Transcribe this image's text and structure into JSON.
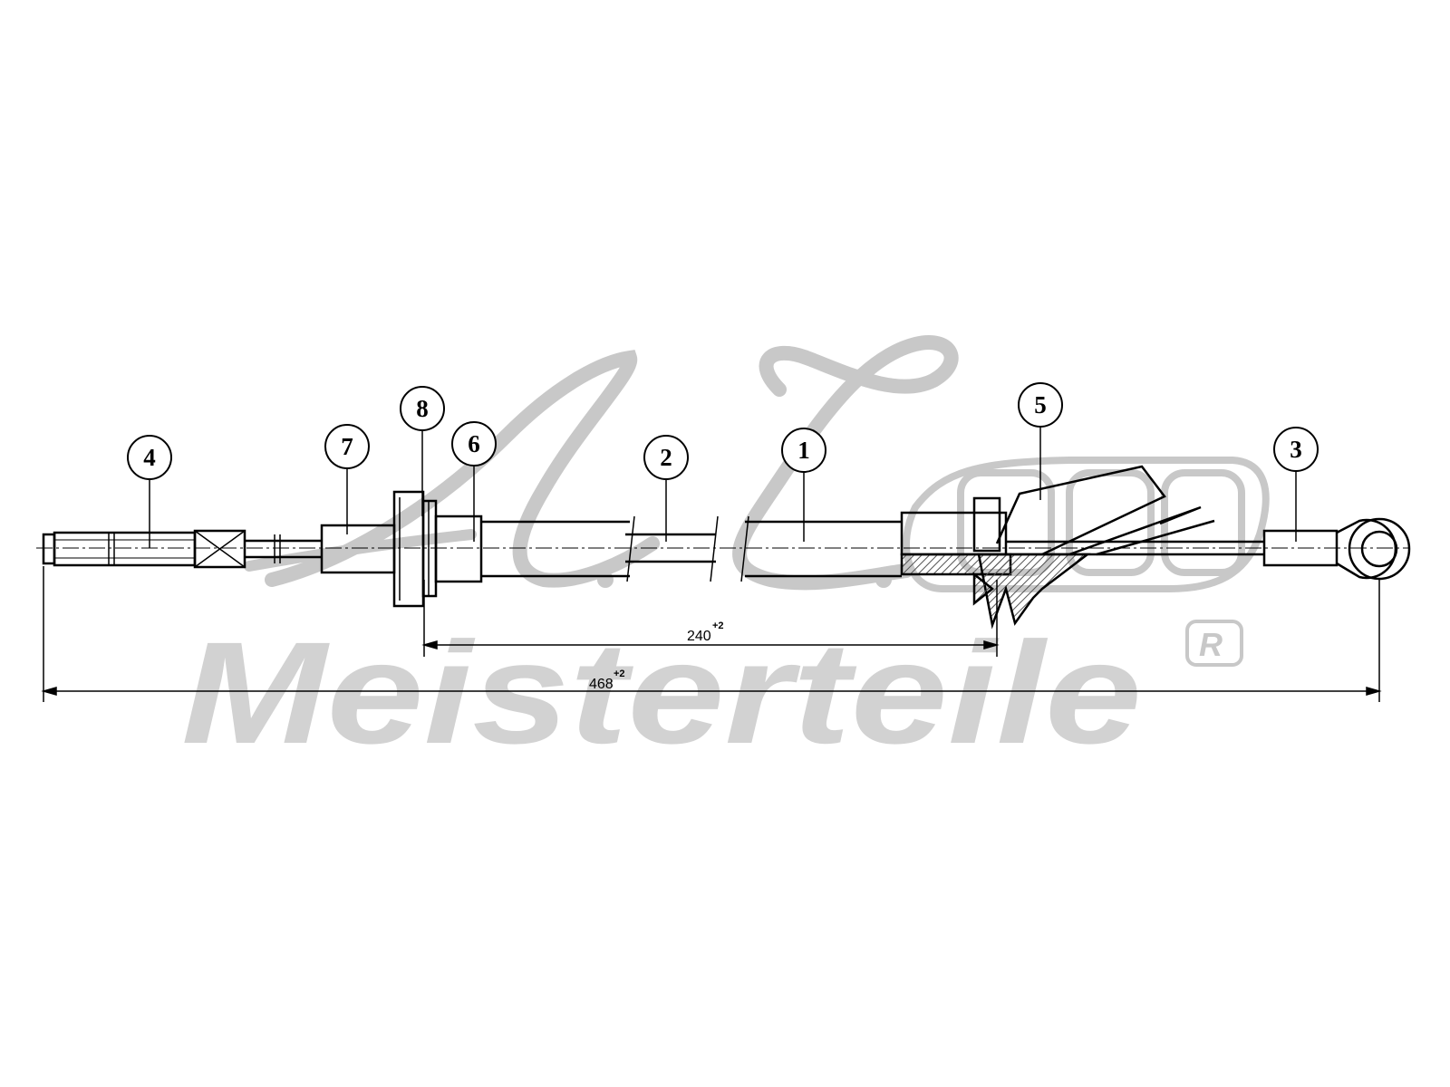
{
  "watermark": {
    "monogram": "A.L.",
    "brand": "Meisterteile",
    "registered_mark": "R"
  },
  "callouts": {
    "c1": "1",
    "c2": "2",
    "c3": "3",
    "c4": "4",
    "c5": "5",
    "c6": "6",
    "c7": "7",
    "c8": "8"
  },
  "dimensions": {
    "inner": {
      "value": "240",
      "tolerance": "+2"
    },
    "overall": {
      "value": "468",
      "tolerance": "+2"
    }
  },
  "colors": {
    "line": "#000000",
    "watermark": "#c8c8c8",
    "hatch": "#555555"
  }
}
